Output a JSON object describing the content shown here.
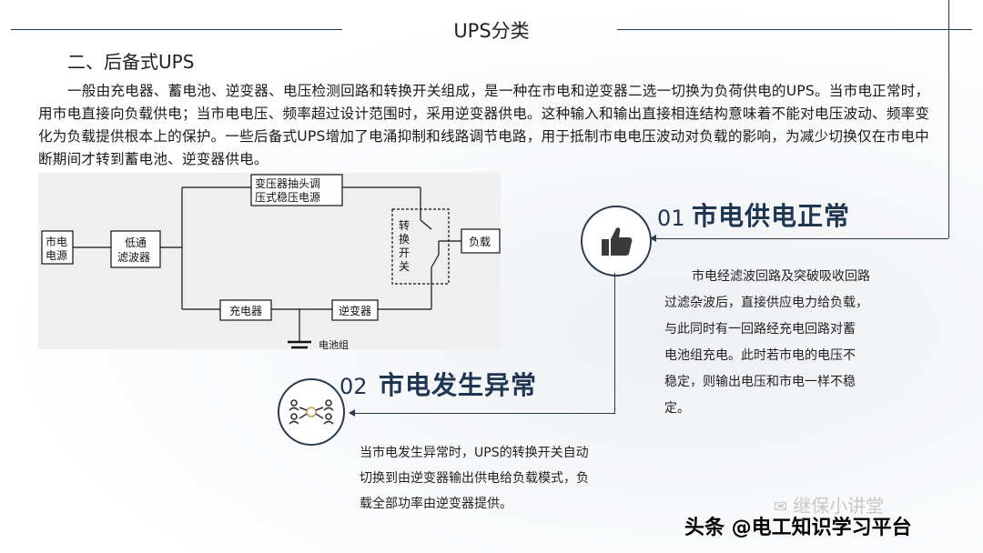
{
  "page": {
    "title": "UPS分类",
    "section_title": "二、后备式UPS",
    "paragraph": "一般由充电器、蓄电池、逆变器、电压检测回路和转换开关组成，是一种在市电和逆变器二选一切换为负荷供电的UPS。当市电正常时，用市电直接向负载供电；当市电电压、频率超过设计范围时，采用逆变器供电。这种输入和输出直接相连结构意味着不能对电压波动、频率变化为负载提供根本上的保护。一些后备式UPS增加了电涌抑制和线路调节电路，用于抵制市电电压波动对负载的影响，为减少切换仅在市电中断期间才转到蓄电池、逆变器供电。"
  },
  "diagram": {
    "mains": [
      "市电",
      "电源"
    ],
    "filter": [
      "低通",
      "滤波器"
    ],
    "transformer": [
      "变压器抽头调",
      "压式稳压电源"
    ],
    "switch": [
      "转",
      "换",
      "开",
      "关"
    ],
    "load": "负载",
    "charger": "充电器",
    "inverter": "逆变器",
    "battery": "电池组"
  },
  "callout1": {
    "number": "01",
    "heading": "市电供电正常",
    "icon": "thumbs-up-icon",
    "lines": [
      "市电经滤波回路及突破吸收回路",
      "过滤杂波后，直接供应电力给负载，",
      "与此同时有一回路经充电回路对蓄",
      "电池组充电。此时若市电的电压不",
      "稳定，则输出电压和市电一样不稳",
      "定。"
    ]
  },
  "callout2": {
    "number": "02",
    "heading": "市电发生异常",
    "icon": "people-network-icon",
    "lines": [
      "当市电发生异常时，UPS的转换开关自动",
      "切换到由逆变器输出供电给负载模式，负",
      "载全部功率由逆变器提供。"
    ]
  },
  "watermarks": {
    "wechat": "继保小讲堂",
    "toutiao": "头条 @电工知识学习平台"
  },
  "colors": {
    "accent": "#1f3550",
    "line": "#2a3a4a"
  }
}
